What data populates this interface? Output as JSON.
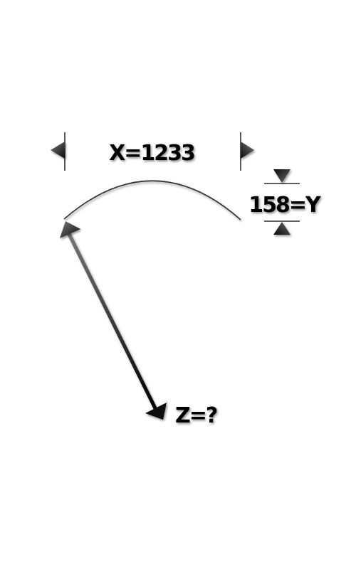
{
  "diagram": {
    "x_label": "X=1233",
    "y_label": "158=Y",
    "z_label": "Z=?"
  },
  "colors": {
    "background": "#ffffff",
    "ink": "#000000",
    "arrow_dark": "#111111",
    "arrow_light": "#777777",
    "arc_stroke": "#333333"
  }
}
